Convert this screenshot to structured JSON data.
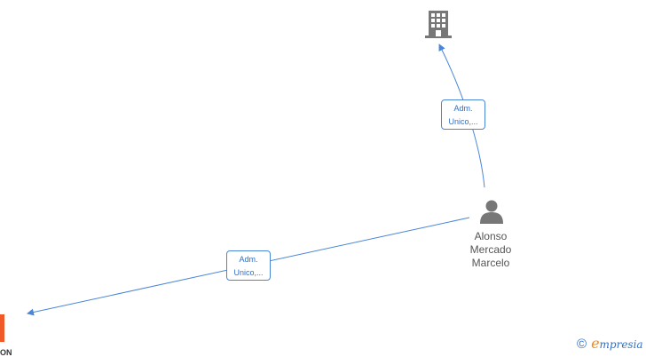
{
  "diagram": {
    "nodes": {
      "company": {
        "icon": "building-icon"
      },
      "person": {
        "icon": "person-icon",
        "name_lines": [
          "Alonso",
          "Mercado",
          "Marcelo"
        ]
      },
      "orange_company": {
        "icon": "orange-company-icon",
        "caption_fragment": "ON"
      }
    },
    "edges": [
      {
        "from": "person",
        "to": "company",
        "label_lines": [
          "Adm.",
          "Unico,..."
        ]
      },
      {
        "from": "person",
        "to": "orange_company",
        "label_lines": [
          "Adm.",
          "Unico,..."
        ]
      }
    ]
  },
  "colors": {
    "edge": "#4a86d8",
    "icon_gray": "#777777",
    "accent_orange": "#f05a28"
  },
  "footer": {
    "copyright_symbol": "©",
    "brand_initial": "e",
    "brand_rest": "mpresia"
  }
}
